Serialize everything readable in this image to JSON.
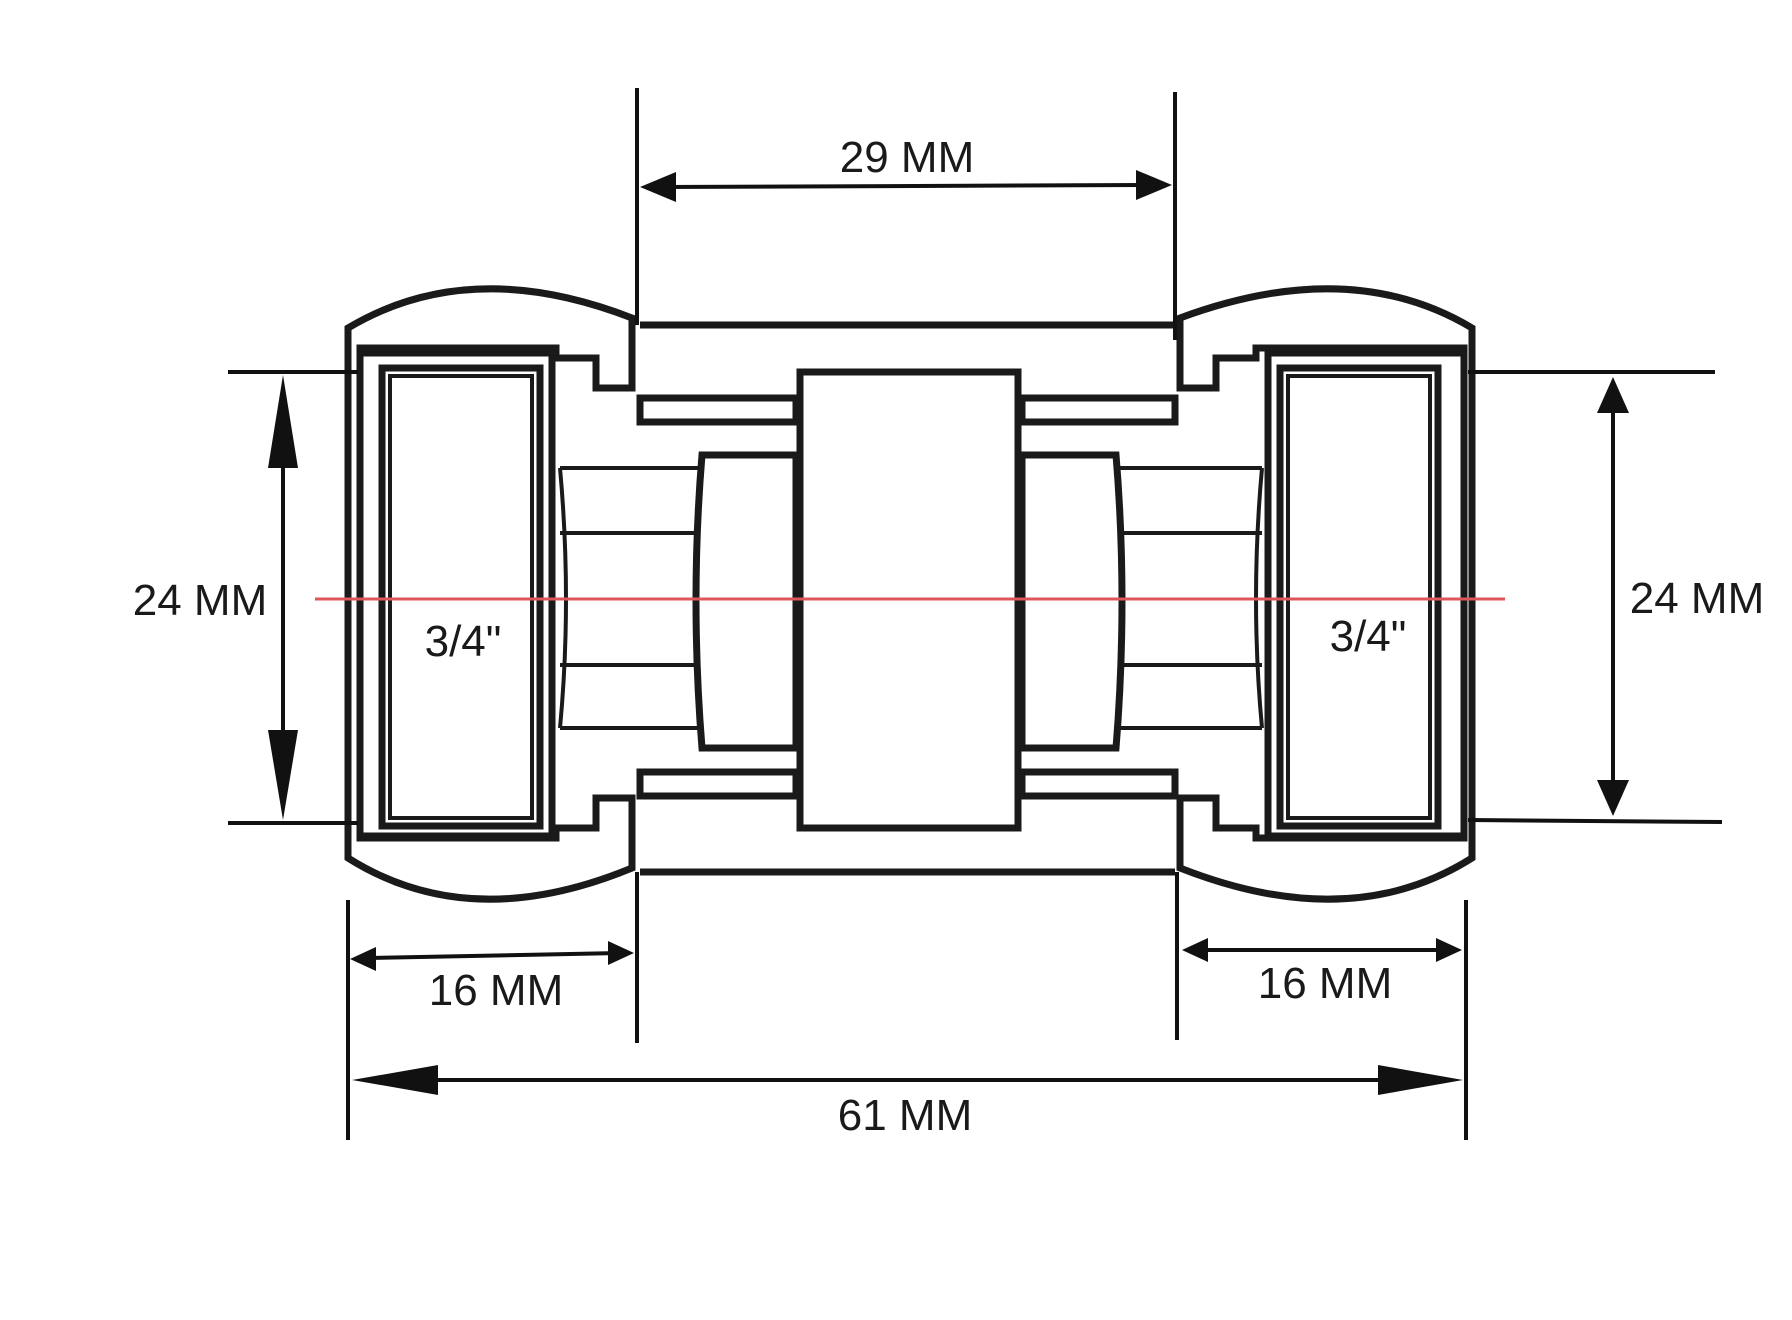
{
  "diagram": {
    "dimensions": {
      "center_length": "29 MM",
      "bore_left": "24 MM",
      "bore_right": "24 MM",
      "nut_left": "16 MM",
      "nut_right": "16 MM",
      "overall_length": "61 MM"
    },
    "thread_labels": {
      "left": "3/4\"",
      "right": "3/4\""
    },
    "colors": {
      "outline": "#1a1a1a",
      "centerline": "#e0555a",
      "background": "#ffffff"
    }
  }
}
